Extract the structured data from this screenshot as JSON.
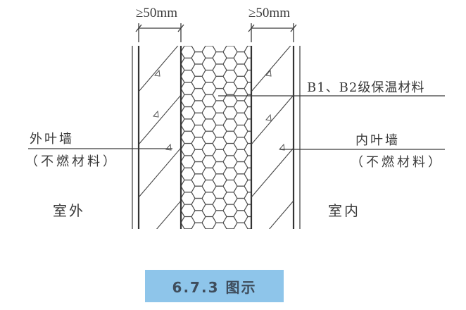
{
  "diagram": {
    "dimensions": {
      "left": "≥50mm",
      "right": "≥50mm"
    },
    "labels": {
      "insulation": "B1、B2级保温材料",
      "outer_wall": "外叶墙",
      "outer_wall_note": "（不燃材料）",
      "inner_wall": "内叶墙",
      "inner_wall_note": "（不燃材料）",
      "outdoor": "室外",
      "indoor": "室内"
    },
    "caption": "6.7.3 图示",
    "colors": {
      "line": "#3a3a3a",
      "caption_bg": "#8ec5ea",
      "caption_text": "#3f4d5c"
    }
  }
}
